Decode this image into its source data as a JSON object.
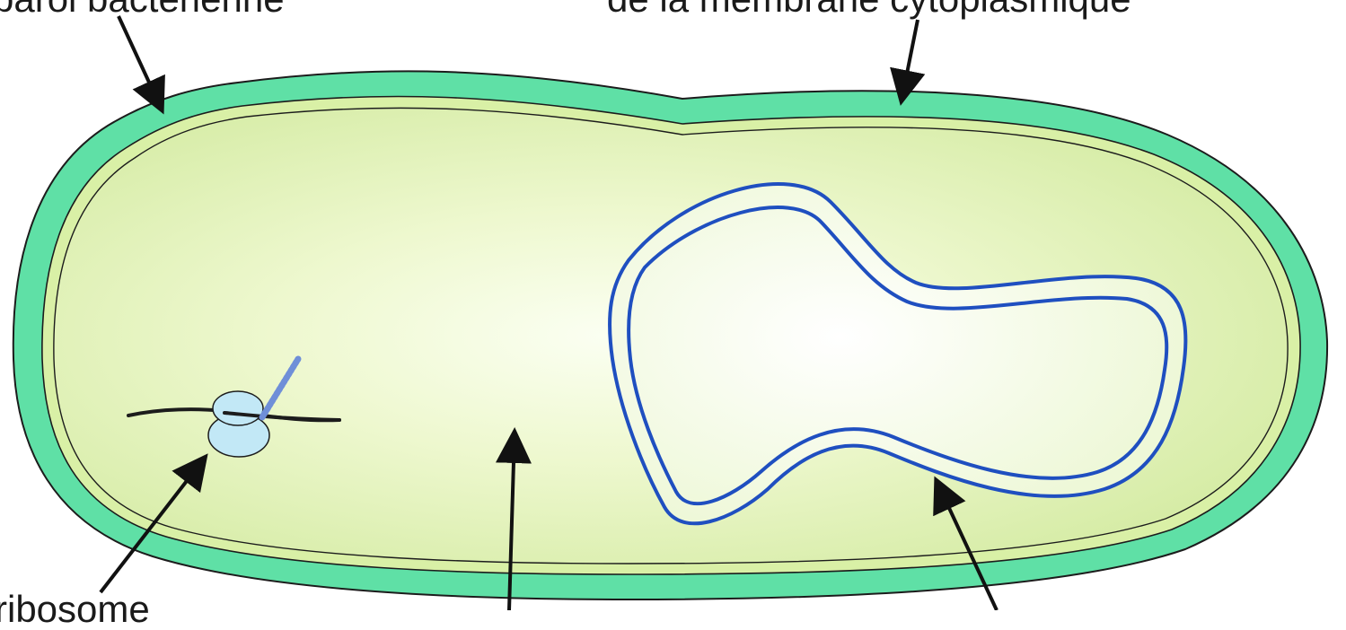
{
  "labels": {
    "top_left": "paroi bactérienne",
    "top_right": "de la membrane cytoplasmique",
    "bottom_left": "ribosome"
  },
  "colors": {
    "cell_wall": "#5fe0a6",
    "membrane_band": "#d9f0a6",
    "cytoplasm_center": "#fafff0",
    "cytoplasm_edge": "#d8eeaa",
    "dna_strand": "#1f4fc0",
    "ribosome": "#c2e8f6",
    "outline": "#1c1c1c"
  },
  "icons": {
    "arrow": "arrow-icon",
    "ribosome": "ribosome-icon",
    "dna": "dna-loop-icon"
  }
}
